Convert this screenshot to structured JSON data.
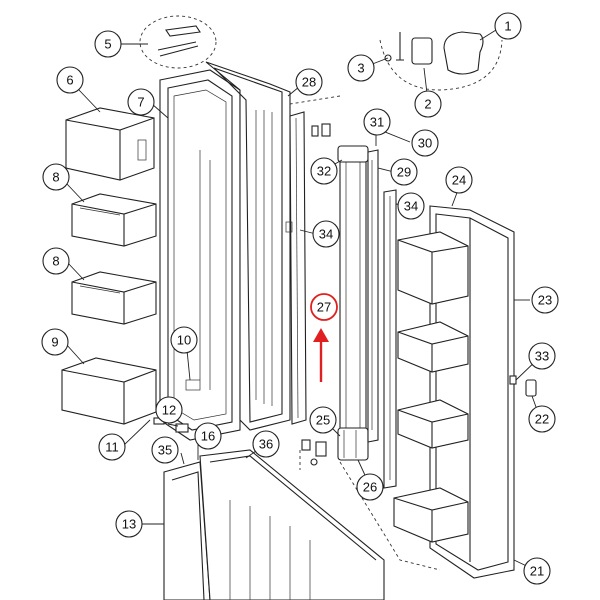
{
  "diagram": {
    "callouts": [
      {
        "id": "c1",
        "label": "1"
      },
      {
        "id": "c2",
        "label": "2"
      },
      {
        "id": "c3",
        "label": "3"
      },
      {
        "id": "c5",
        "label": "5"
      },
      {
        "id": "c6",
        "label": "6"
      },
      {
        "id": "c7",
        "label": "7"
      },
      {
        "id": "c8a",
        "label": "8"
      },
      {
        "id": "c8b",
        "label": "8"
      },
      {
        "id": "c9",
        "label": "9"
      },
      {
        "id": "c10",
        "label": "10"
      },
      {
        "id": "c11",
        "label": "11"
      },
      {
        "id": "c12",
        "label": "12"
      },
      {
        "id": "c13",
        "label": "13"
      },
      {
        "id": "c16",
        "label": "16"
      },
      {
        "id": "c21",
        "label": "21"
      },
      {
        "id": "c22",
        "label": "22"
      },
      {
        "id": "c23",
        "label": "23"
      },
      {
        "id": "c24",
        "label": "24"
      },
      {
        "id": "c25",
        "label": "25"
      },
      {
        "id": "c26",
        "label": "26"
      },
      {
        "id": "c27",
        "label": "27"
      },
      {
        "id": "c28",
        "label": "28"
      },
      {
        "id": "c29",
        "label": "29"
      },
      {
        "id": "c30",
        "label": "30"
      },
      {
        "id": "c31",
        "label": "31"
      },
      {
        "id": "c32",
        "label": "32"
      },
      {
        "id": "c33",
        "label": "33"
      },
      {
        "id": "c34a",
        "label": "34"
      },
      {
        "id": "c34b",
        "label": "34"
      },
      {
        "id": "c35",
        "label": "35"
      },
      {
        "id": "c36",
        "label": "36"
      }
    ],
    "highlight": {
      "label": "27",
      "color": "#e02020"
    },
    "colors": {
      "line": "#222222",
      "accent": "#e02020"
    }
  }
}
